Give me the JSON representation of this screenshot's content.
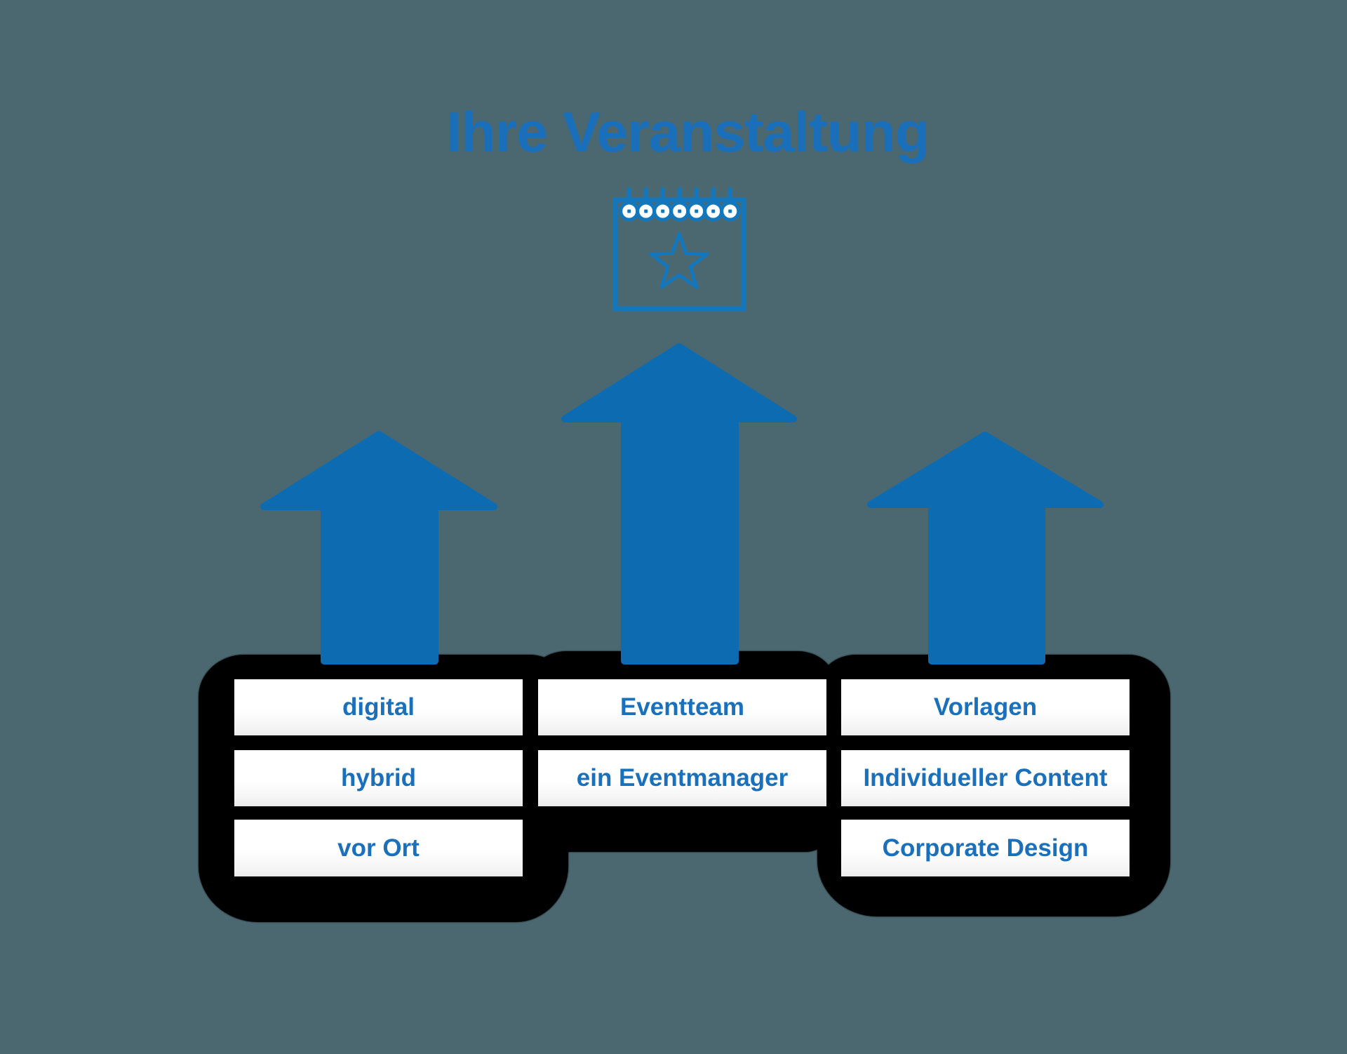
{
  "title": "Ihre Veranstaltung",
  "icons": {
    "calendar": "calendar-star-icon",
    "arrow": "arrow-up-icon"
  },
  "columns": [
    {
      "name": "left",
      "items": [
        "digital",
        "hybrid",
        "vor Ort"
      ]
    },
    {
      "name": "middle",
      "items": [
        "Eventteam",
        "ein Eventmanager"
      ]
    },
    {
      "name": "right",
      "items": [
        "Vorlagen",
        "Individueller Content",
        "Corporate Design"
      ]
    }
  ],
  "colors": {
    "background": "#4B6871",
    "panel": "#000000",
    "arrow": "#0D6BB2",
    "icon": "#1277BD",
    "title": "#1A6FBA",
    "box_text": "#1A70BB",
    "box_bg": "#FFFFFF"
  }
}
